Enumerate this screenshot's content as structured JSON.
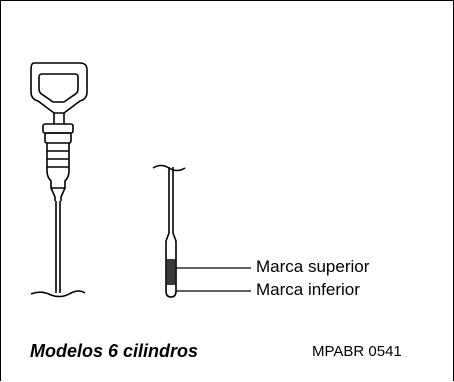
{
  "labels": {
    "upper_mark": "Marca superior",
    "lower_mark": "Marca inferior"
  },
  "caption": {
    "title": "Modelos 6 cilindros",
    "code": "MPABR 0541"
  }
}
